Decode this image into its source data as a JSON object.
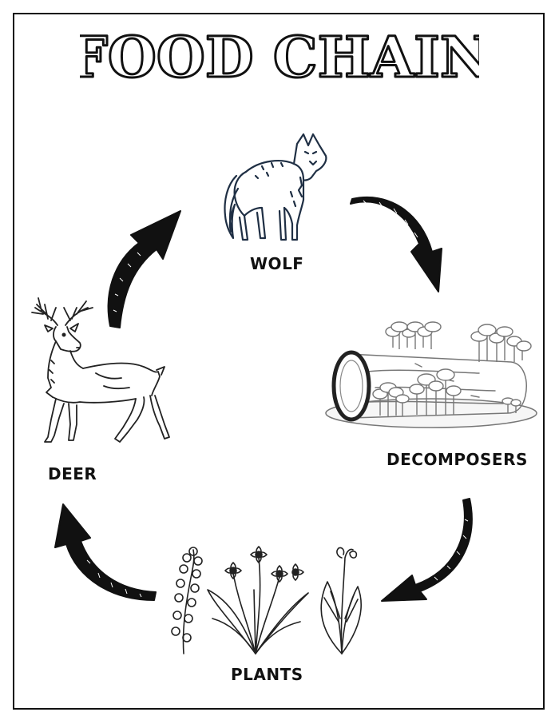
{
  "title": "FOOD CHAIN",
  "nodes": {
    "wolf": "WOLF",
    "decomposers": "DECOMPOSERS",
    "plants": "PLANTS",
    "deer": "DEER"
  },
  "icons": {
    "wolf": "wolf-icon",
    "decomposers": "mushroom-log-icon",
    "plants": "wildflowers-icon",
    "deer": "deer-icon",
    "arrow": "curved-arrow-icon"
  },
  "colors": {
    "ink": "#111111",
    "wolf_line": "#1f2f44",
    "decomposer_line": "#777777"
  }
}
